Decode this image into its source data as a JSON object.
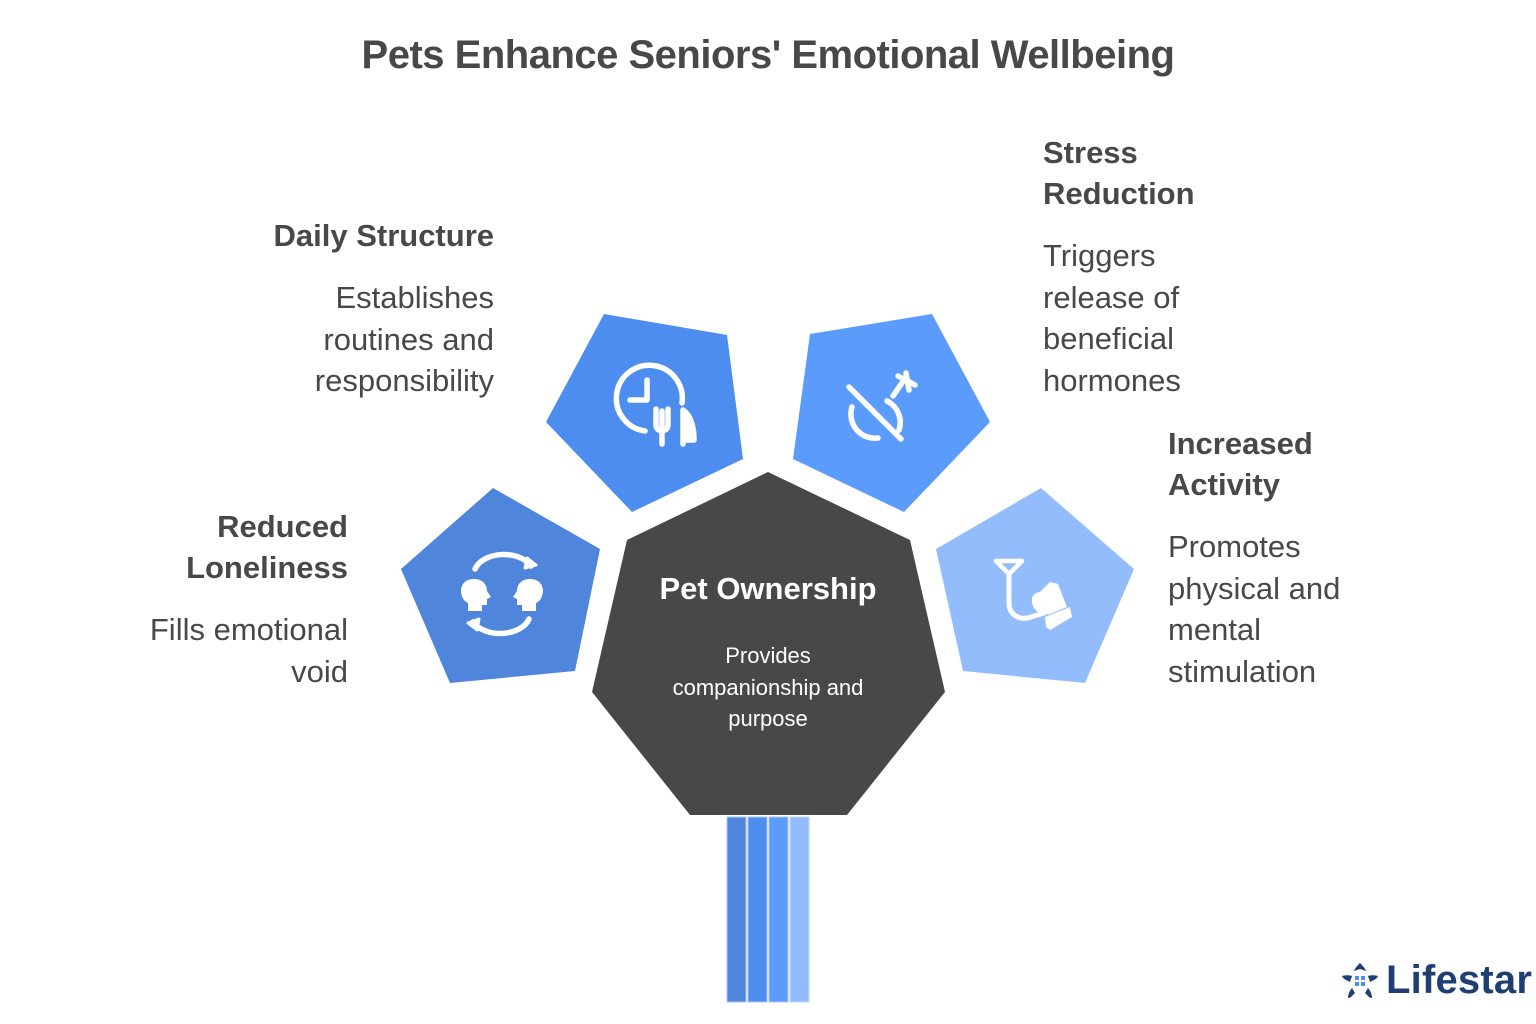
{
  "title": "Pets Enhance Seniors' Emotional Wellbeing",
  "center": {
    "title": "Pet Ownership",
    "description_lines": [
      "Provides",
      "companionship and",
      "purpose"
    ],
    "color": "#484848"
  },
  "petals": [
    {
      "id": "daily-structure",
      "title_lines": [
        "Daily Structure"
      ],
      "description_lines": [
        "Establishes",
        "routines and",
        "responsibility"
      ],
      "icon": "clock-fork-knife-icon",
      "color": "#4d8def"
    },
    {
      "id": "stress-reduction",
      "title_lines": [
        "Stress",
        "Reduction"
      ],
      "description_lines": [
        "Triggers",
        "release of",
        "beneficial",
        "hormones"
      ],
      "icon": "no-hormone-symbol-icon",
      "color": "#5b9bfc"
    },
    {
      "id": "reduced-loneliness",
      "title_lines": [
        "Reduced",
        "Loneliness"
      ],
      "description_lines": [
        "Fills emotional",
        "void"
      ],
      "icon": "two-heads-exchange-icon",
      "color": "#4f86dc"
    },
    {
      "id": "increased-activity",
      "title_lines": [
        "Increased",
        "Activity"
      ],
      "description_lines": [
        "Promotes",
        "physical and",
        "mental",
        "stimulation"
      ],
      "icon": "leash-pet-icon",
      "color": "#93bcfd"
    }
  ],
  "stem": {
    "colors": [
      "#4f86dc",
      "#4d8def",
      "#5b9bfc",
      "#93bcfd"
    ]
  },
  "logo": {
    "text": "Lifestar",
    "icon": "star-house-icon",
    "color": "#1f3f73"
  }
}
